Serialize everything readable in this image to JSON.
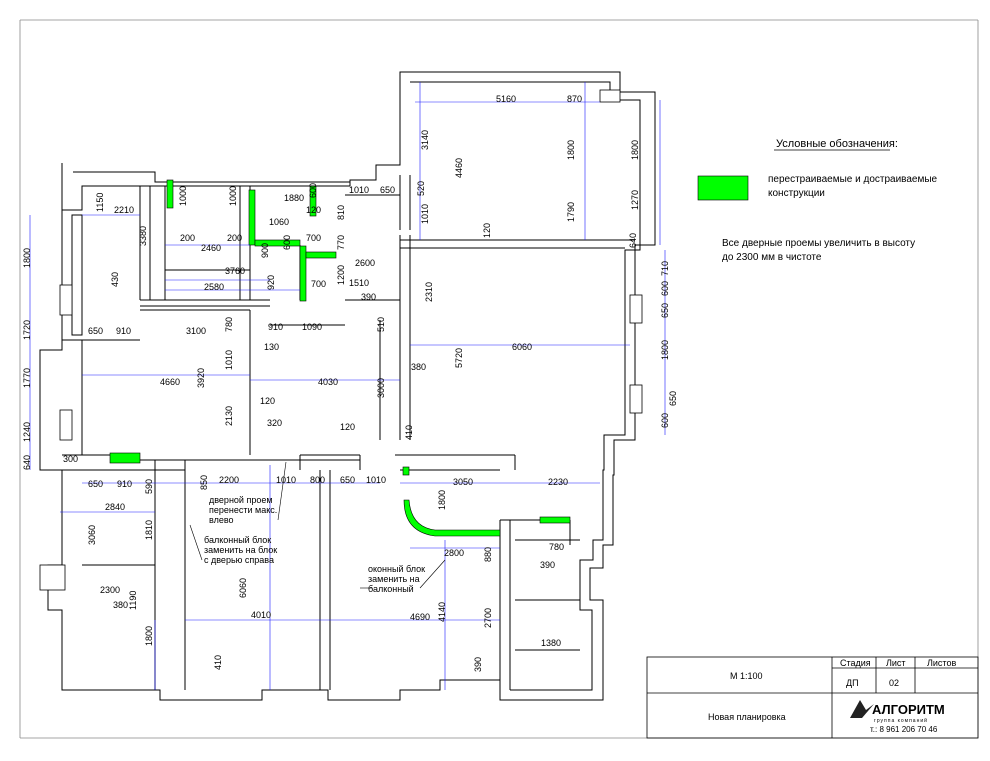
{
  "legend": {
    "title": "Условные обозначения:",
    "item_label": "перестраиваемые и достраиваемые конструкции",
    "note": "Все дверные проемы увеличить в высоту до 2300 мм в чистоте",
    "swatch_color": "#00ff00"
  },
  "title_block": {
    "scale": "М 1:100",
    "stage_header": "Стадия",
    "sheet_header": "Лист",
    "sheets_header": "Листов",
    "stage": "ДП",
    "sheet": "02",
    "sheets": "",
    "drawing_title": "Новая планировка",
    "company_name": "АЛГОРИТМ",
    "company_subtitle": "группа компаний",
    "phone": "т.: 8 961 206 70 46"
  },
  "notes": {
    "door_move": [
      "дверной проем",
      "перенести макс.",
      "влево"
    ],
    "balcony_block": [
      "балконный блок",
      "заменить на блок",
      "с дверью справа"
    ],
    "window_block": [
      "оконный блок",
      "заменить на",
      "балконный"
    ]
  },
  "dimensions": {
    "d5160": "5160",
    "d870": "870",
    "d3140": "3140",
    "d4460": "4460",
    "d1800a": "1800",
    "d1800b": "1800",
    "d1790": "1790",
    "d1270": "1270",
    "d520": "520",
    "d1010a": "1010",
    "d120a": "120",
    "d640a": "640",
    "d1010b": "1010",
    "d650a": "650",
    "d1150": "1150",
    "d2210": "2210",
    "d1000a": "1000",
    "d1000b": "1000",
    "d1880": "1880",
    "d600a": "600",
    "d120b": "120",
    "d810": "810",
    "d3380": "3380",
    "d200a": "200",
    "d2460": "2460",
    "d200b": "200",
    "d1060": "1060",
    "d900": "900",
    "d600b": "600",
    "d700a": "700",
    "d770": "770",
    "d2600": "2600",
    "d3760": "3760",
    "d2580": "2580",
    "d920": "920",
    "d700b": "700",
    "d1200": "1200",
    "d1510": "1510",
    "d390a": "390",
    "d2310": "2310",
    "d1800c": "1800",
    "d430": "430",
    "d1720": "1720",
    "d650b": "650",
    "d910a": "910",
    "d3100": "3100",
    "d780a": "780",
    "d910b": "910",
    "d1090": "1090",
    "d510": "510",
    "d130": "130",
    "d1770": "1770",
    "d4660": "4660",
    "d3920": "3920",
    "d1010c": "1010",
    "d4030": "4030",
    "d3000": "3000",
    "d380a": "380",
    "d5720": "5720",
    "d6060a": "6060",
    "d710": "710",
    "d600c": "600",
    "d650c": "650",
    "d1800d": "1800",
    "d650d": "650",
    "d600d": "600",
    "d2130": "2130",
    "d120c": "120",
    "d320": "320",
    "d120d": "120",
    "d410a": "410",
    "d1240": "1240",
    "d640b": "640",
    "d300": "300",
    "d2200": "2200",
    "d1010d": "1010",
    "d800": "800",
    "d650e": "650",
    "d1010e": "1010",
    "d3050": "3050",
    "d2230": "2230",
    "d650f": "650",
    "d910c": "910",
    "d590": "590",
    "d850": "850",
    "d2840": "2840",
    "d1800e": "1800",
    "d3060": "3060",
    "d1810": "1810",
    "d2800": "2800",
    "d880": "880",
    "d780b": "780",
    "d390b": "390",
    "d2300": "2300",
    "d1190": "1190",
    "d380b": "380",
    "d6060b": "6060",
    "d4010": "4010",
    "d4690": "4690",
    "d4140": "4140",
    "d2700": "2700",
    "d1800f": "1800",
    "d1380": "1380",
    "d410b": "410",
    "d390c": "390"
  }
}
